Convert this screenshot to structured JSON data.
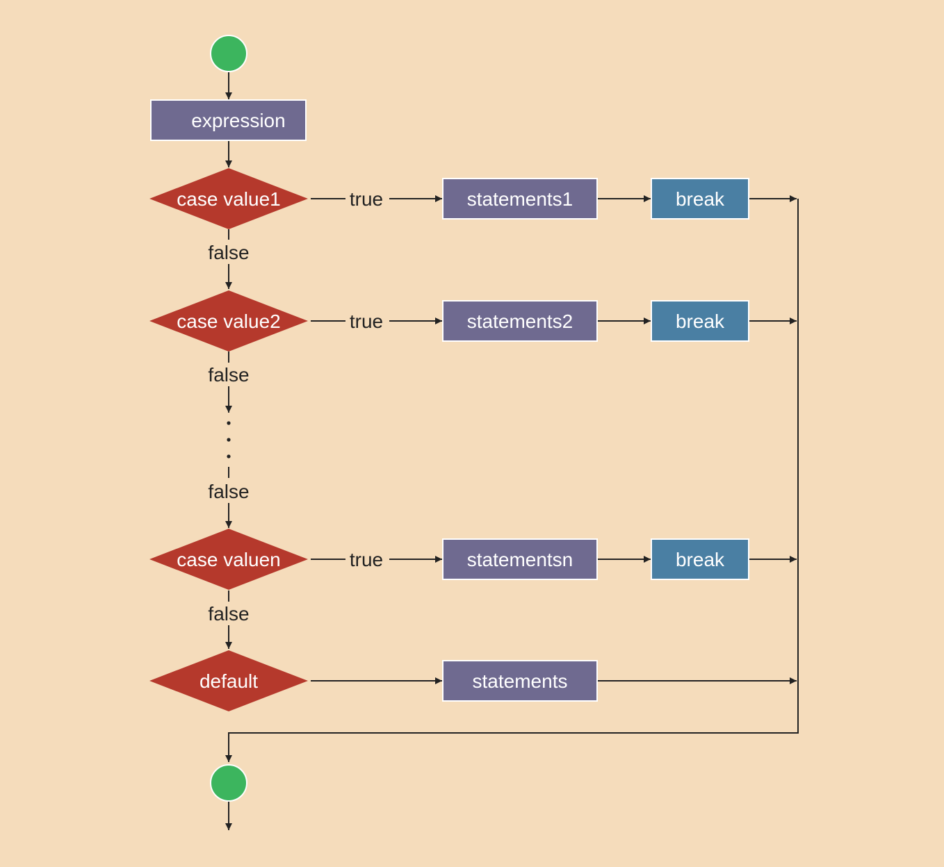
{
  "colors": {
    "background": "#f5dcbb",
    "start_end": "#3cb55e",
    "decision": "#b5392c",
    "action": "#6f6a90",
    "break": "#4a7fa3",
    "line": "#222222",
    "text_light": "#ffffff",
    "text_dark": "#222222"
  },
  "nodes": {
    "expression": "expression",
    "case1": "case value1",
    "case2": "case value2",
    "casen": "case valuen",
    "default": "default",
    "statements1": "statements1",
    "statements2": "statements2",
    "statementsn": "statementsn",
    "statements": "statements",
    "break1": "break",
    "break2": "break",
    "breakn": "break"
  },
  "edge_labels": {
    "true1": "true",
    "true2": "true",
    "truen": "true",
    "false1": "false",
    "false2": "false",
    "false3": "false",
    "false4": "false"
  }
}
